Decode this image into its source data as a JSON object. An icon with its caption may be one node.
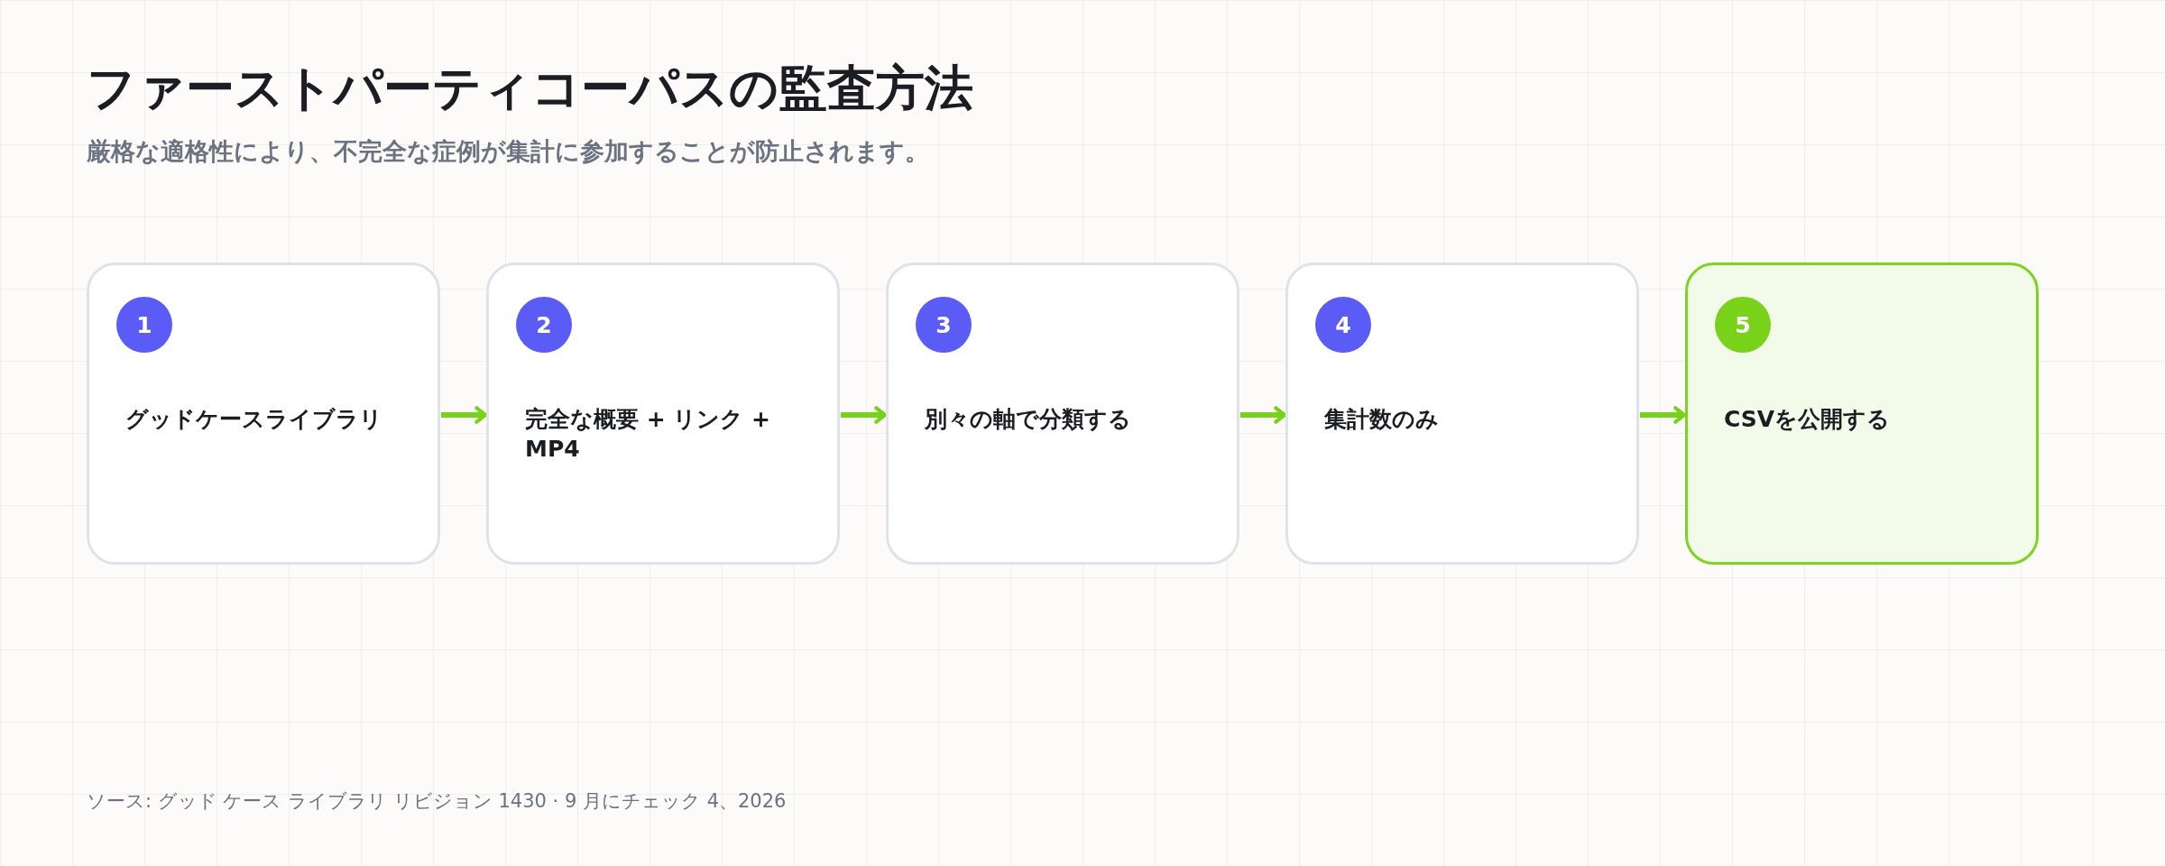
{
  "diagram": {
    "title": "ファーストパーティコーパスの監査方法",
    "caption": "厳格な適格性により、不完全な症例が集計に参加することが防止されます。",
    "nodes": [
      {
        "text": [
          "1",
          "グッドケースライブラリ"
        ]
      },
      {
        "text": [
          "2",
          "完全な概要 + リンク + MP4"
        ]
      },
      {
        "text": [
          "3",
          "別々の軸で分類する"
        ]
      },
      {
        "text": [
          "4",
          "集計数のみ"
        ]
      },
      {
        "text": [
          "5",
          "CSVを公開する"
        ]
      }
    ],
    "edges": [
      {
        "from": 0,
        "to": 1,
        "arrow": "to"
      },
      {
        "from": 1,
        "to": 2,
        "arrow": "to"
      },
      {
        "from": 2,
        "to": 3,
        "arrow": "to"
      },
      {
        "from": 3,
        "to": 4,
        "arrow": "to"
      }
    ],
    "labels": [
      "ソース: グッド ケース ライブラリ リビジョン 1430 · 9 月にチェック 4、2026"
    ]
  }
}
